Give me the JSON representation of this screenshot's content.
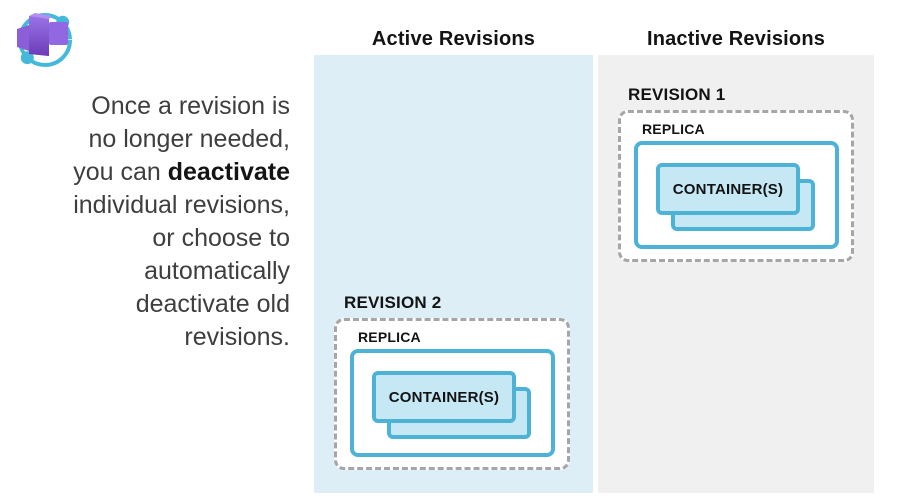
{
  "logo": {
    "label": "Azure Container Apps icon",
    "accent_blue": "#45b9da",
    "accent_purple": "#8a5fd8"
  },
  "intro": {
    "line1": "Once a revision is",
    "line2": "no longer needed,",
    "line3_pre": "you can ",
    "line3_bold": "deactivate",
    "line4": "individual revisions,",
    "line5": "or choose to",
    "line6": "automatically",
    "line7": "deactivate old",
    "line8": "revisions."
  },
  "columns": [
    {
      "header": "Active Revisions",
      "panel_color": "#ddeef7",
      "revision": {
        "label": "REVISION 2",
        "replica_label": "REPLICA",
        "container_label": "CONTAINER(S)"
      }
    },
    {
      "header": "Inactive Revisions",
      "panel_color": "#f0f0f1",
      "revision": {
        "label": "REVISION 1",
        "replica_label": "REPLICA",
        "container_label": "CONTAINER(S)"
      }
    }
  ],
  "colors": {
    "outline_blue": "#4cb2d6",
    "container_fill": "#c5e8f4",
    "dashed_border": "#a6a6a6",
    "text_dark": "#1a1a1a",
    "text_body": "#3e3e3e"
  }
}
